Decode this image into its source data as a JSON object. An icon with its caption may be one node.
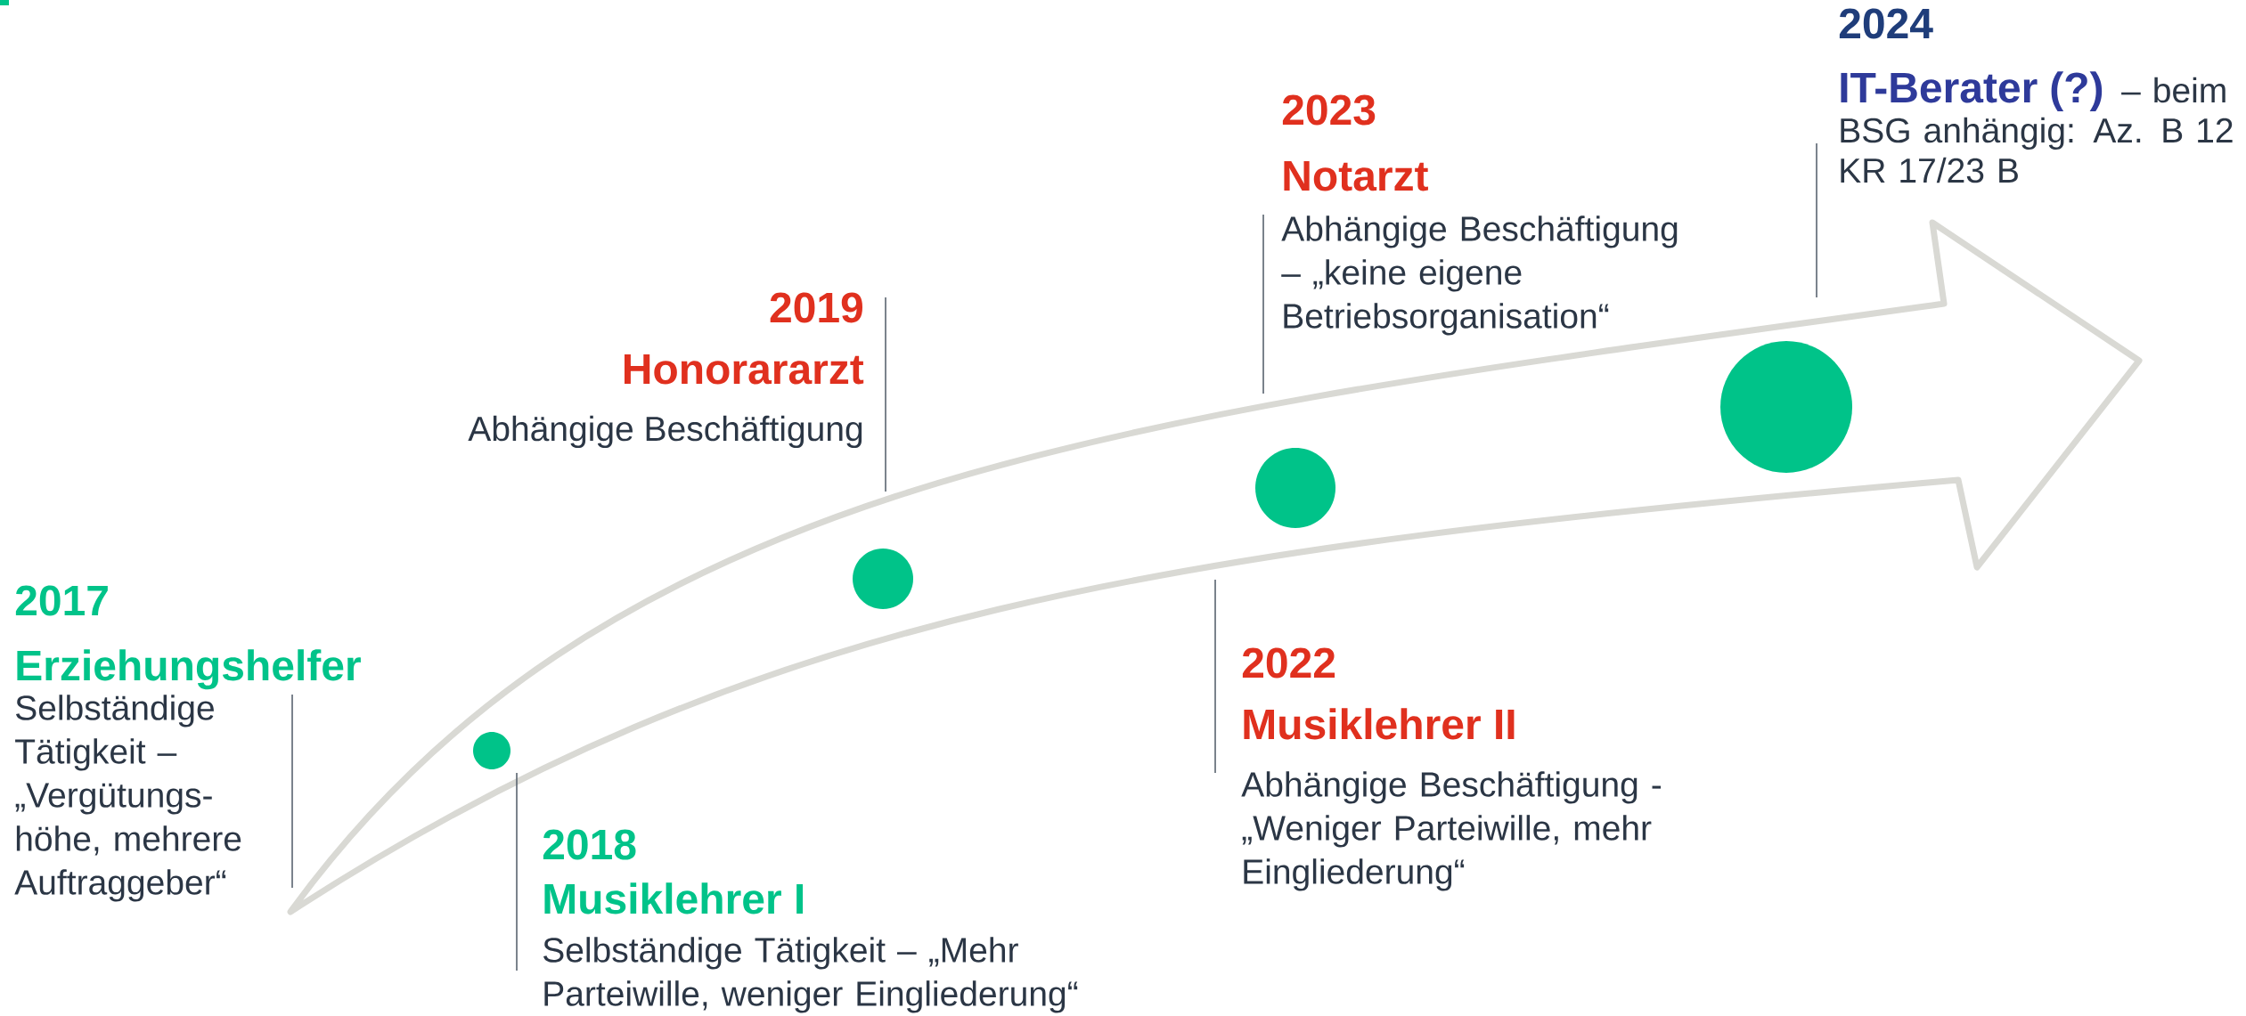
{
  "diagram": {
    "nodes": [
      {
        "text": [],
        "shape": "circle"
      },
      {
        "text": [],
        "shape": "circle"
      },
      {
        "text": [],
        "shape": "circle"
      },
      {
        "text": [],
        "shape": "circle"
      }
    ],
    "labels": [
      "2017",
      "Erziehungshelfer",
      "Selbständige Tätigkeit – „Vergütungs-höhe, mehrere Auftraggeber“",
      "2018",
      "Musiklehrer I",
      "Selbständige Tätigkeit – „Mehr Parteiwille, weniger Eingliederung“",
      "2019",
      "Honorararzt",
      "Abhängige Beschäftigung",
      "2022",
      "Musiklehrer II",
      "Abhängige Beschäftigung - „Weniger Parteiwille, mehr Eingliederung“",
      "2023",
      "Notarzt",
      "Abhängige Beschäftigung – „keine eigene Betriebsorganisation“",
      "2024",
      "IT-Berater (?)",
      "– beim BSG anhängig: Az. B 12 KR 17/23 B"
    ]
  }
}
